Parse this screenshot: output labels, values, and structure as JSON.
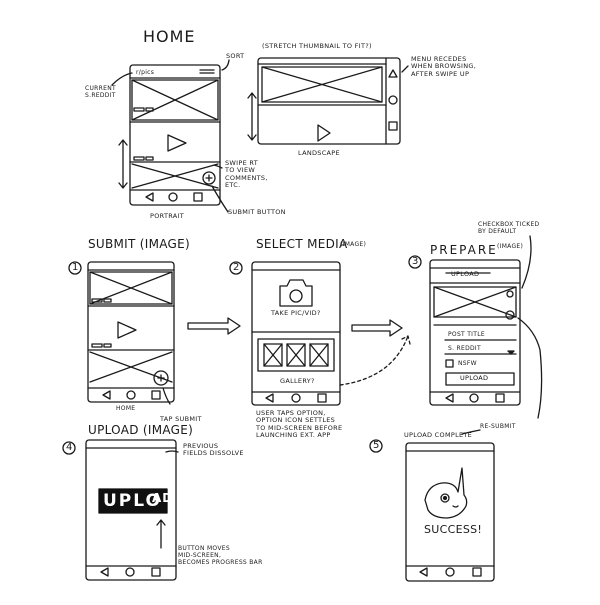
{
  "sections": {
    "home": "HOME",
    "submit": "SUBMIT (IMAGE)",
    "select_media": "SELECT MEDIA",
    "select_media_sub": "(IMAGE)",
    "prepare": "PREPARE",
    "prepare_sub": "(IMAGE)",
    "upload": "UPLOAD (IMAGE)",
    "upload_complete": "UPLOAD COMPLETE"
  },
  "steps": [
    "1",
    "2",
    "3",
    "4",
    "5"
  ],
  "annotations": {
    "sort": "SORT",
    "current_subreddit": "CURRENT\nS.REDDIT",
    "swipe": "SWIPE RT\nTO VIEW\nCOMMENTS,\nETC.",
    "submit_button": "SUBMIT BUTTON",
    "portrait": "PORTRAIT",
    "stretch": "(STRETCH THUMBNAIL TO FIT?)",
    "menu_recedes": "MENU RECEDES\nWHEN BROWSING,\nAFTER SWIPE UP",
    "landscape": "LANDSCAPE",
    "home_caption": "HOME",
    "tap_submit": "TAP SUBMIT",
    "user_taps": "USER TAPS OPTION,\nOPTION ICON SETTLES\nTO MID-SCREEN BEFORE\nLAUNCHING EXT. APP",
    "checkbox_ticked": "CHECKBOX TICKED\nBY DEFAULT",
    "checkbox_ticked_sub": "(IMAGE)",
    "resubmit": "RE-SUBMIT",
    "previous_fields": "PREVIOUS\nFIELDS DISSOLVE",
    "button_moves": "BUTTON MOVES\nMID-SCREEN,\nBECOMES PROGRESS BAR"
  },
  "screens": {
    "top_bar": "r/pics",
    "take_pic": "TAKE PIC/VID?",
    "gallery": "GALLERY?",
    "prepare_upload": "UPLOAD",
    "post_title": "POST TITLE",
    "subreddit": "S. REDDIT",
    "nsfw": "NSFW",
    "upload_button": "UPLOAD",
    "upload_big_a": "UPLO",
    "upload_big_b": "AD",
    "success": "SUCCESS!"
  },
  "colors": {
    "ink": "#1a1a1a",
    "paper": "#ffffff"
  }
}
